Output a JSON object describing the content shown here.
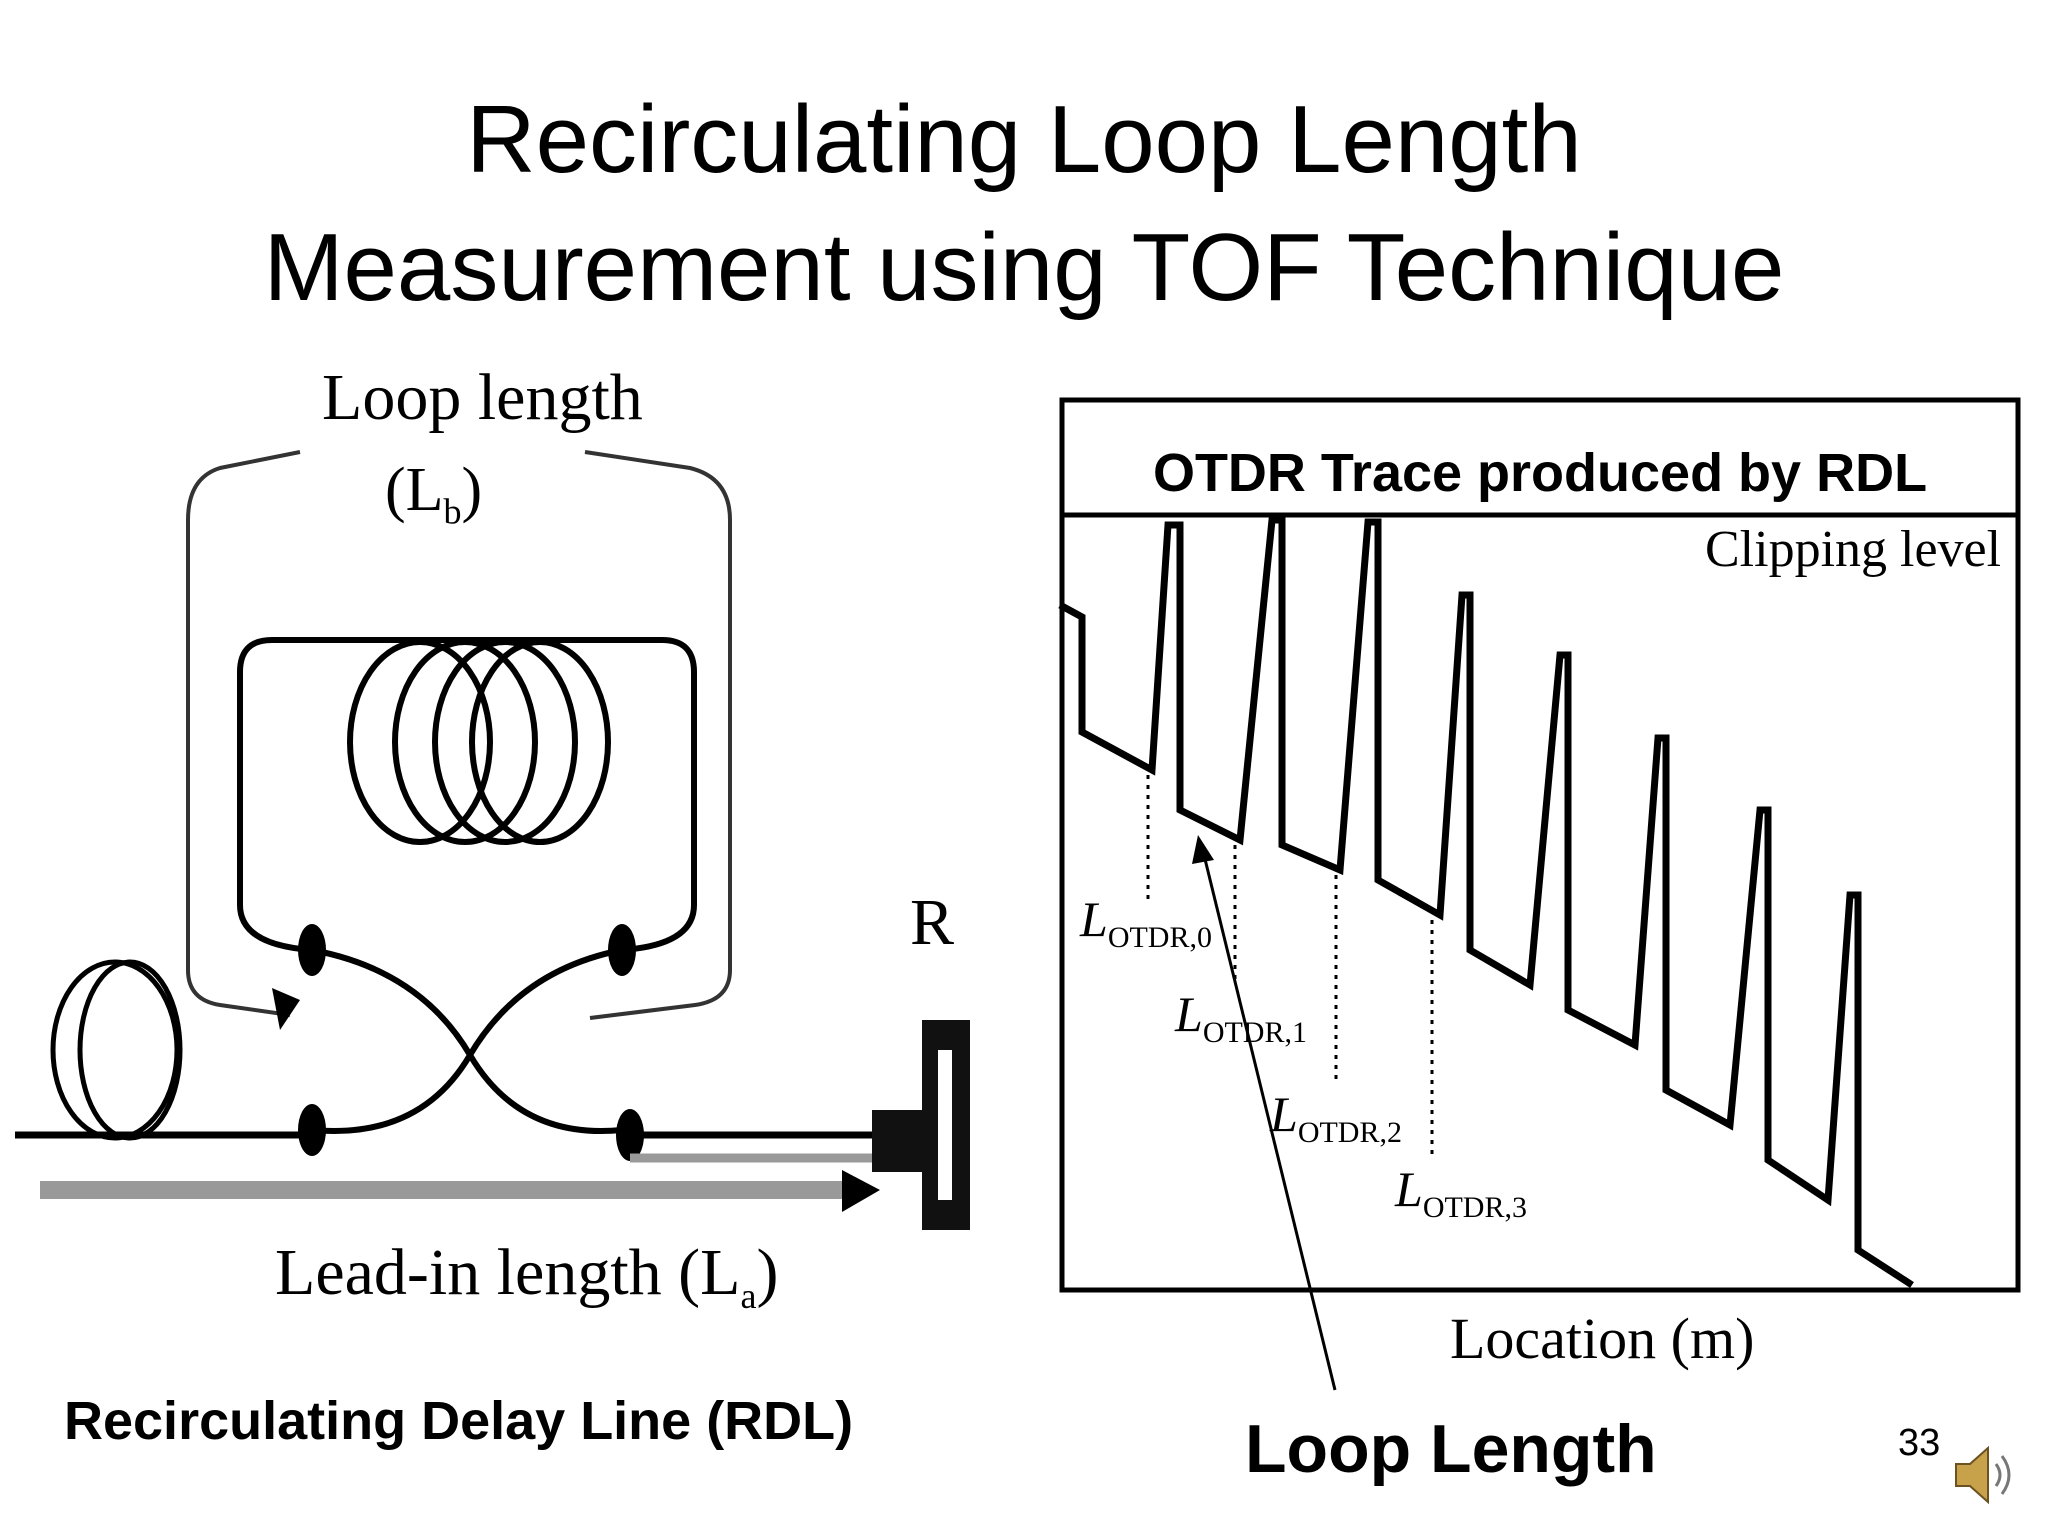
{
  "slide": {
    "title_line1": "Recirculating Loop Length",
    "title_line2": "Measurement using TOF Technique",
    "page_number": "33"
  },
  "rdl_diagram": {
    "loop_length_label": "Loop length",
    "loop_symbol": "(L",
    "loop_symbol_sub": "b",
    "loop_symbol_close": ")",
    "reflector_label": "R",
    "lead_in_label": "Lead-in length (L",
    "lead_in_sub": "a",
    "lead_in_close": ")",
    "caption": "Recirculating Delay Line (RDL)"
  },
  "otdr_panel": {
    "title": "OTDR Trace produced by RDL",
    "clipping_label": "Clipping level",
    "x_axis_label": "Location (m)",
    "markers": [
      {
        "main": "L",
        "sub": "OTDR,0"
      },
      {
        "main": "L",
        "sub": "OTDR,1"
      },
      {
        "main": "L",
        "sub": "OTDR,2"
      },
      {
        "main": "L",
        "sub": "OTDR,3"
      }
    ],
    "annotation": "Loop Length"
  },
  "icons": {
    "speaker": "speaker-icon"
  }
}
